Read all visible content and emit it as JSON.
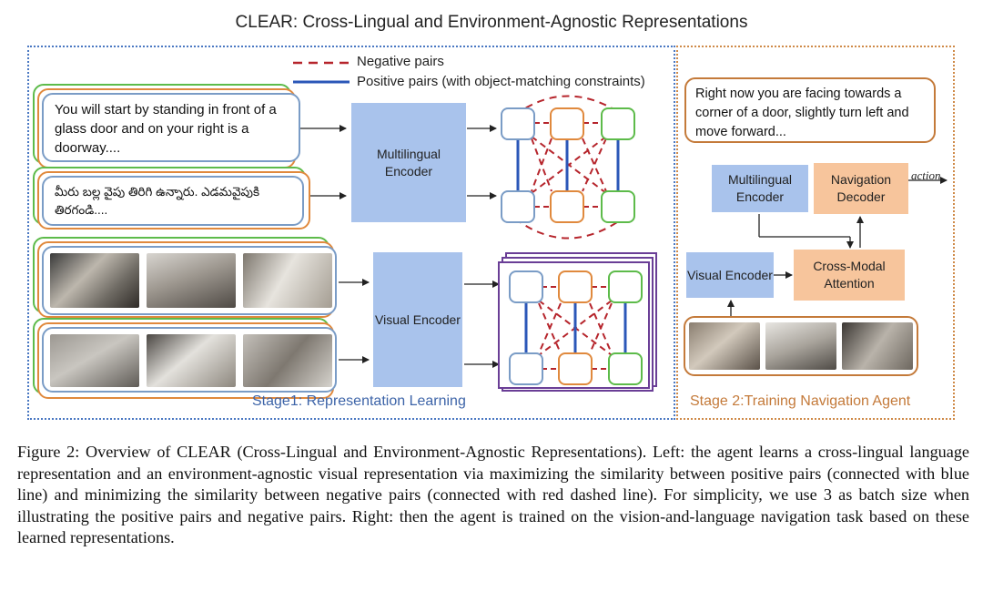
{
  "title": "CLEAR: Cross-Lingual and Environment-Agnostic Representations",
  "legend": {
    "negative": "Negative pairs",
    "positive": "Positive pairs (with object-matching constraints)"
  },
  "stage1": {
    "label": "Stage1: Representation Learning",
    "text_en": "You will start by standing in front of a glass door and on your right is a doorway....",
    "text_te": "మీరు బల్ల వైపు తిరిగి ఉన్నారు. ఎడమవైపుకి తిరగండి....",
    "multilingual_encoder": "Multilingual Encoder",
    "visual_encoder": "Visual Encoder"
  },
  "stage2": {
    "label": "Stage 2:Training Navigation Agent",
    "instruction": "Right now you are facing towards a corner of a door, slightly turn left and move forward...",
    "multilingual_encoder": "Multilingual Encoder",
    "navigation_decoder": "Navigation Decoder",
    "visual_encoder": "Visual Encoder",
    "cross_modal": "Cross-Modal Attention",
    "action": "action"
  },
  "caption": "Figure 2: Overview of CLEAR (Cross-Lingual and Environment-Agnostic Representations). Left: the agent learns a cross-lingual language representation and an environment-agnostic visual representation via maximizing the similarity between positive pairs (connected with blue line) and minimizing the similarity between negative pairs (connected with red dashed line). For simplicity, we use 3 as batch size when illustrating the positive pairs and negative pairs. Right: then the agent is trained on the vision-and-language navigation task based on these learned representations.",
  "colors": {
    "node_blue": "#7a9cc6",
    "node_orange": "#e0893d",
    "node_green": "#5dbb4a",
    "positive_line": "#2b57b8",
    "negative_line": "#b6252c",
    "encoder_blue": "#a9c3ec",
    "encoder_orange": "#f7c59c"
  }
}
